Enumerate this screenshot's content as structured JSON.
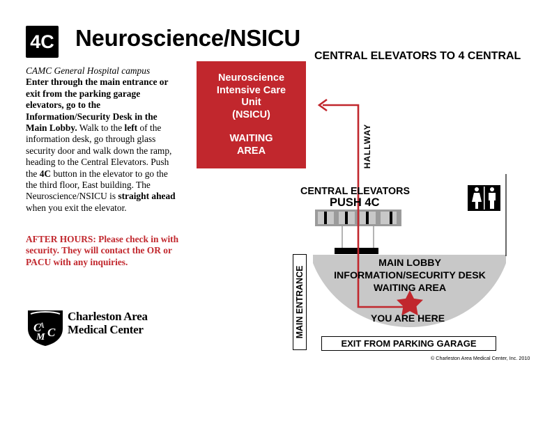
{
  "header": {
    "badge": "4C",
    "title": "Neuroscience/NSICU",
    "elevator_heading": "CENTRAL ELEVATORS TO 4 CENTRAL"
  },
  "instructions": {
    "campus": "CAMC General Hospital campus",
    "bold_1": "Enter through the main entrance or exit from the parking garage elevators, go to the Information/Security Desk in the Main Lobby.",
    "text_1": " Walk to the ",
    "bold_2": "left",
    "text_2": " of the information desk, go through glass security door and walk down the ramp, heading to the Central Elevators. Push the ",
    "bold_3": "4C",
    "text_3": " button in the elevator to go the the third floor, East building. The Neuroscience/NSICU is ",
    "bold_4": "straight ahead",
    "text_4": " when you exit the elevator.",
    "after_hours": "AFTER HOURS: Please check in with security. They will contact the OR or PACU with any inquiries."
  },
  "logo": {
    "line1": "Charleston Area",
    "line2": "Medical Center"
  },
  "map": {
    "nsicu_lines": [
      "Neuroscience",
      "Intensive Care",
      "Unit",
      "(NSICU)"
    ],
    "waiting_lines": [
      "WAITING",
      "AREA"
    ],
    "hallway": "HALLWAY",
    "central_elevators": "CENTRAL ELEVATORS",
    "push": "PUSH 4C",
    "main_entrance": "MAIN ENTRANCE",
    "lobby_lines": [
      "MAIN LOBBY",
      "INFORMATION/SECURITY DESK",
      "WAITING AREA"
    ],
    "you_are_here": "YOU ARE HERE",
    "exit_garage": "EXIT FROM PARKING GARAGE",
    "restroom_icon": "restroom-icon",
    "star_icon": "star-icon"
  },
  "colors": {
    "accent_red": "#c1272d",
    "lobby_gray": "#c8c8c8",
    "elevator_gray": "#9b9b9b"
  },
  "footer": {
    "copyright": "© Charleston Area Medical Center, Inc. 2010"
  }
}
